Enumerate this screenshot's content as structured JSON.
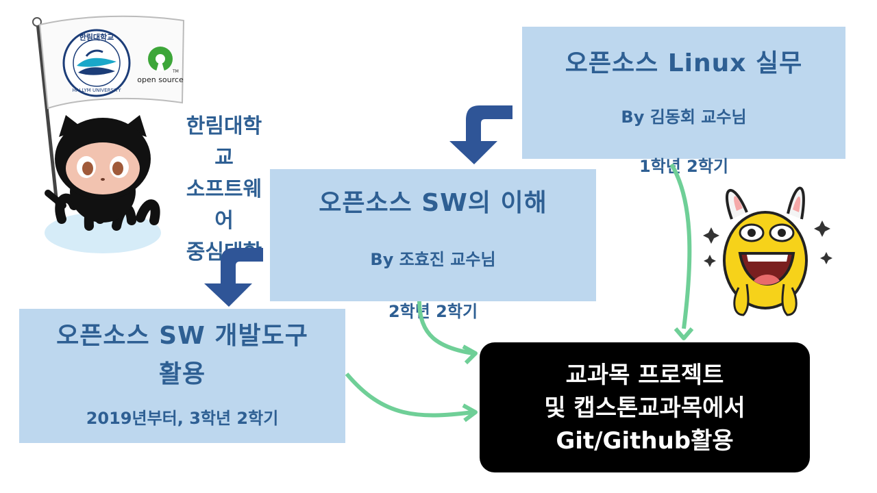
{
  "flag": {
    "university_seal_text": "한림대학교",
    "university_seal_english": "HALLYM UNIVERSITY",
    "open_source_label": "open source",
    "trademark": "TM"
  },
  "side_text": {
    "lines": [
      "한림대학교",
      "소프트웨어",
      "중심대학"
    ]
  },
  "courses": [
    {
      "title": "오픈소스 Linux 실무",
      "instructor": "By 김동회 교수님",
      "term": "1학년 2학기"
    },
    {
      "title": "오픈소스 SW의 이해",
      "instructor": "By 조효진 교수님",
      "term": "2학년 2학기"
    },
    {
      "title_lines": [
        "오픈소스 SW 개발도구",
        "활용"
      ],
      "term": "2019년부터, 3학년 2학기"
    }
  ],
  "result": {
    "lines": [
      "교과목 프로젝트",
      "및 캡스톤교과목에서",
      "Git/Github활용"
    ]
  },
  "colors": {
    "box_fill": "#bdd7ee",
    "box_text": "#2e5f93",
    "blue_arrow": "#2f5597",
    "green_arrow": "#6fcf97",
    "result_fill": "#000000"
  }
}
